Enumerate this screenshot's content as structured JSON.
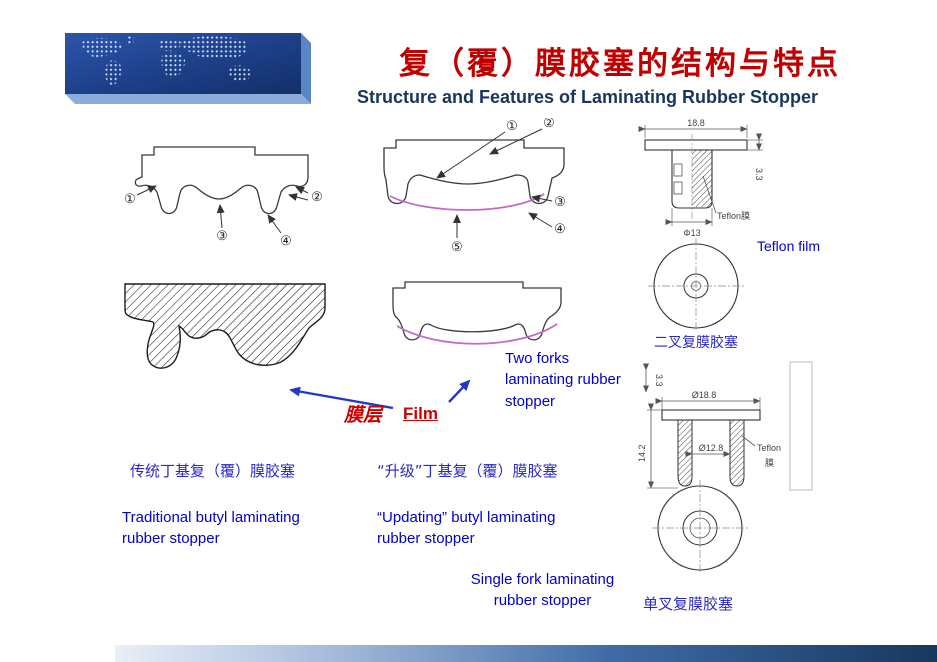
{
  "slide": {
    "title_zh": "复（覆）膜胶塞的结构与特点",
    "subtitle_en": "Structure and Features of Laminating Rubber Stopper"
  },
  "callouts": [
    "①",
    "②",
    "③",
    "④",
    "⑤"
  ],
  "film_pointer": {
    "zh": "膜层",
    "en": "Film"
  },
  "captions": {
    "two_forks_en": "Two forks\nlaminating rubber\nstopper",
    "traditional_zh": "传统丁基复（覆）膜胶塞",
    "traditional_en": "Traditional butyl laminating\nrubber stopper",
    "updating_zh": "“升级”丁基复（覆）膜胶塞",
    "updating_en": "“Updating” butyl laminating\nrubber stopper",
    "single_fork_en": "Single fork laminating\nrubber stopper",
    "teflon_film_en": "Teflon film",
    "two_fork_zh": "二叉复膜胶塞",
    "single_fork_zh": "单叉复膜胶塞"
  },
  "drawing_two_fork": {
    "dim_top": "18.8",
    "dim_flange": "3.3",
    "dim_plug": "Φ13",
    "film_label": "Teflon膜"
  },
  "drawing_single_fork": {
    "dim_side": "3.3",
    "dim_top": "Ø18.8",
    "dim_height": "14.2",
    "dim_inner": "Ø12.8",
    "film_label_line1": "Teflon",
    "film_label_line2": "膜"
  },
  "colors": {
    "title_red": "#c00000",
    "subtitle_navy": "#17365d",
    "body_blue": "#0000cd",
    "chinese_blue": "#2a2ac4",
    "film_magenta": "#c06ac8",
    "banner_blue": "#23479c"
  }
}
